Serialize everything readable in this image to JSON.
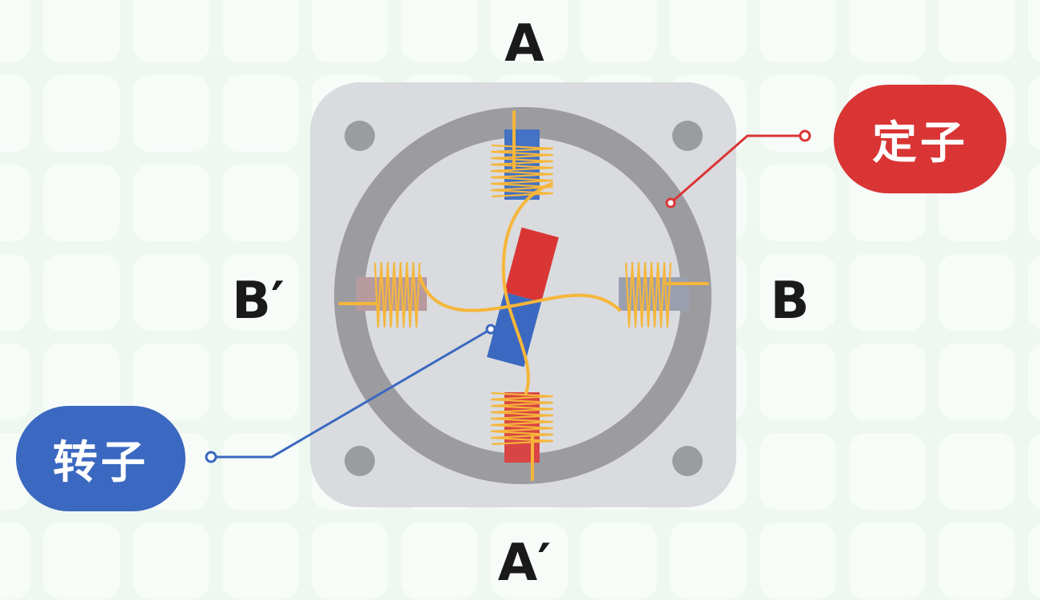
{
  "labels": {
    "pole_a": "A",
    "pole_a_prime": "A′",
    "pole_b": "B",
    "pole_b_prime": "B′",
    "stator": "定子",
    "rotor": "转子"
  },
  "colors": {
    "background": "#eef8f1",
    "stator_callout": "#d93535",
    "rotor_callout": "#3b68c0",
    "housing": "#d9dbde",
    "stator_ring": "#9c9ca0",
    "coil_wire": "#f6b63a",
    "rotor_north": "#d93535",
    "rotor_south": "#3b68c0"
  }
}
